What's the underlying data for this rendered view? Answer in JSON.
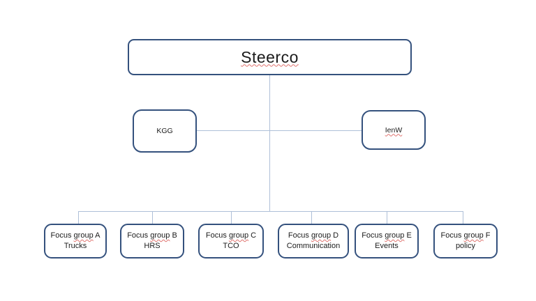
{
  "diagram": {
    "title": "Steerco",
    "secondary": {
      "kgg_label": "KGG",
      "ienw_label": "IenW"
    },
    "focus_groups": [
      {
        "prefix": "Focus",
        "word": "group",
        "suffix": "A",
        "line2": "Trucks"
      },
      {
        "prefix": "Focus",
        "word": "group",
        "suffix": "B",
        "line2": "HRS"
      },
      {
        "prefix": "Focus",
        "word": "group",
        "suffix": "C",
        "line2": "TCO"
      },
      {
        "prefix": "Focus",
        "word": "group",
        "suffix": "D",
        "line2": "Communication"
      },
      {
        "prefix": "Focus",
        "word": "group",
        "suffix": "E",
        "line2": "Events"
      },
      {
        "prefix": "Focus",
        "word": "group",
        "suffix": "F",
        "line2": "policy"
      }
    ],
    "colors": {
      "box_border": "#34517d",
      "connector_line": "#aebfd8",
      "text": "#1b1b1b",
      "spellcheck_underline": "#e0736f",
      "background": "#ffffff"
    }
  }
}
